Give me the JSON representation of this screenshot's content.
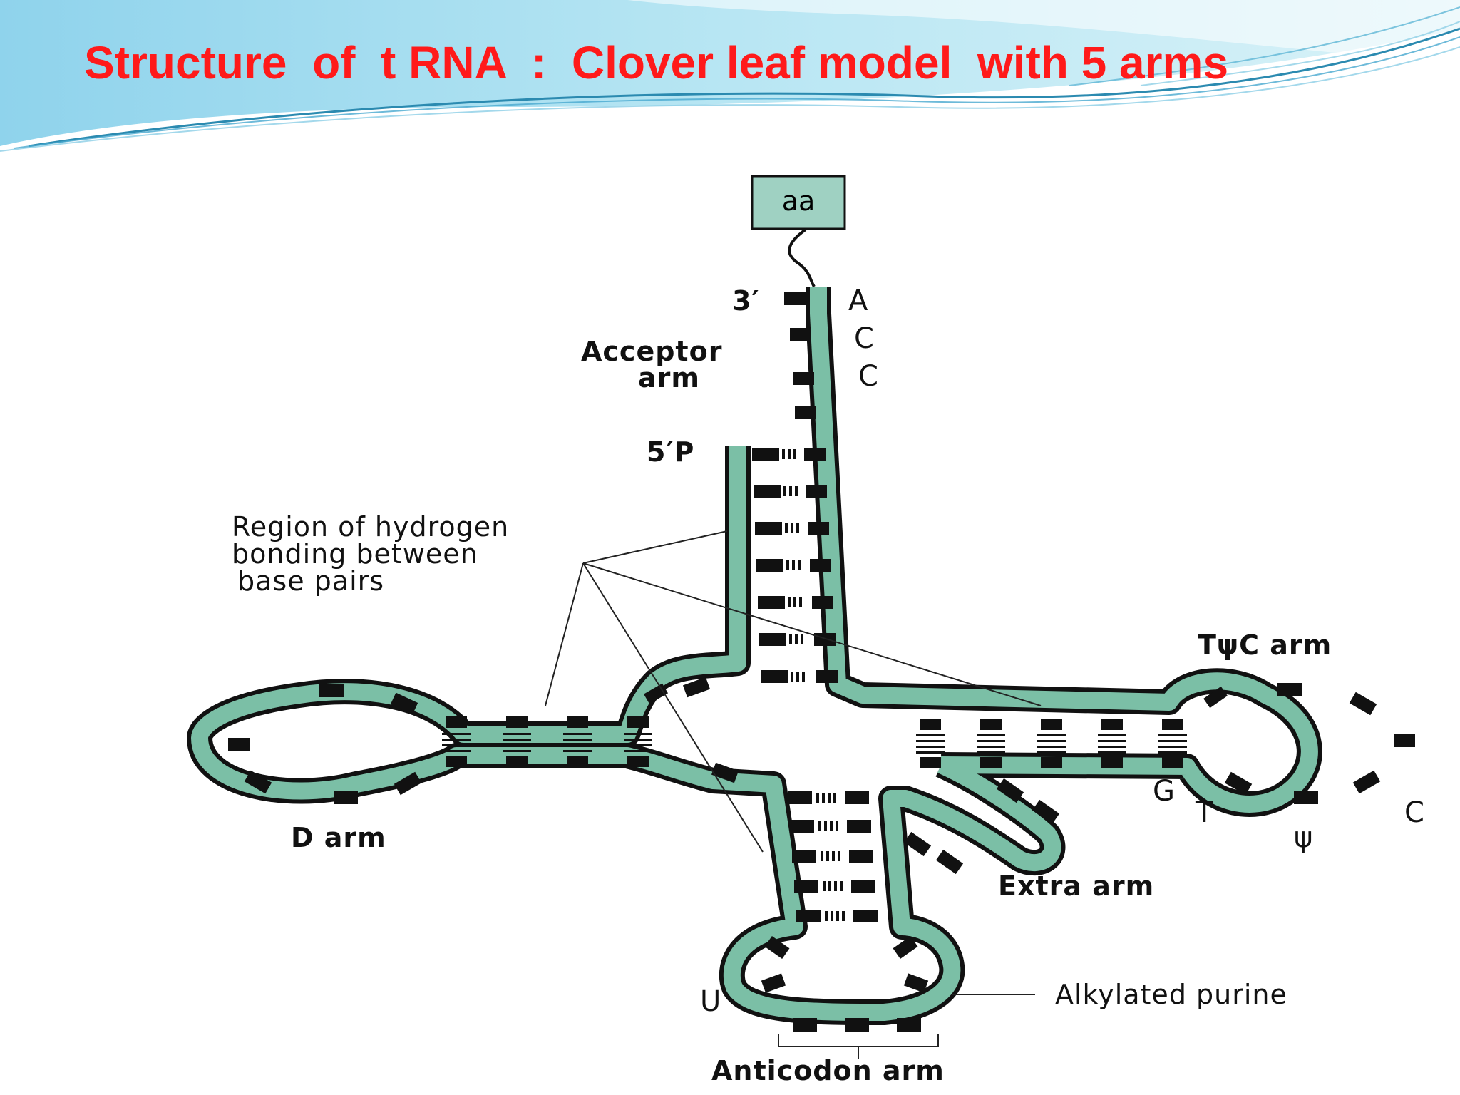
{
  "slide": {
    "title": "Structure  of  t RNA  :  Clover leaf model  with 5 arms",
    "title_color": "#ff1a1a"
  },
  "diagram": {
    "strand_color": "#7bbfa6",
    "aa_box_color": "#9fd1c2",
    "aa": "aa",
    "three_prime": "3′",
    "five_prime": "5′P",
    "nucleotides": {
      "a": "A",
      "c1": "C",
      "c2": "C",
      "g": "G",
      "t": "T",
      "psi": "ψ",
      "c3": "C",
      "u": "U"
    },
    "labels": {
      "acceptor_line1": "Acceptor",
      "acceptor_line2": "arm",
      "hbond_line1": "Region of hydrogen",
      "hbond_line2": "bonding between",
      "hbond_line3": "base pairs",
      "tpsic": "TψC arm",
      "d_arm": "D arm",
      "extra": "Extra arm",
      "alkylated": "Alkylated purine",
      "anticodon": "Anticodon arm"
    }
  }
}
